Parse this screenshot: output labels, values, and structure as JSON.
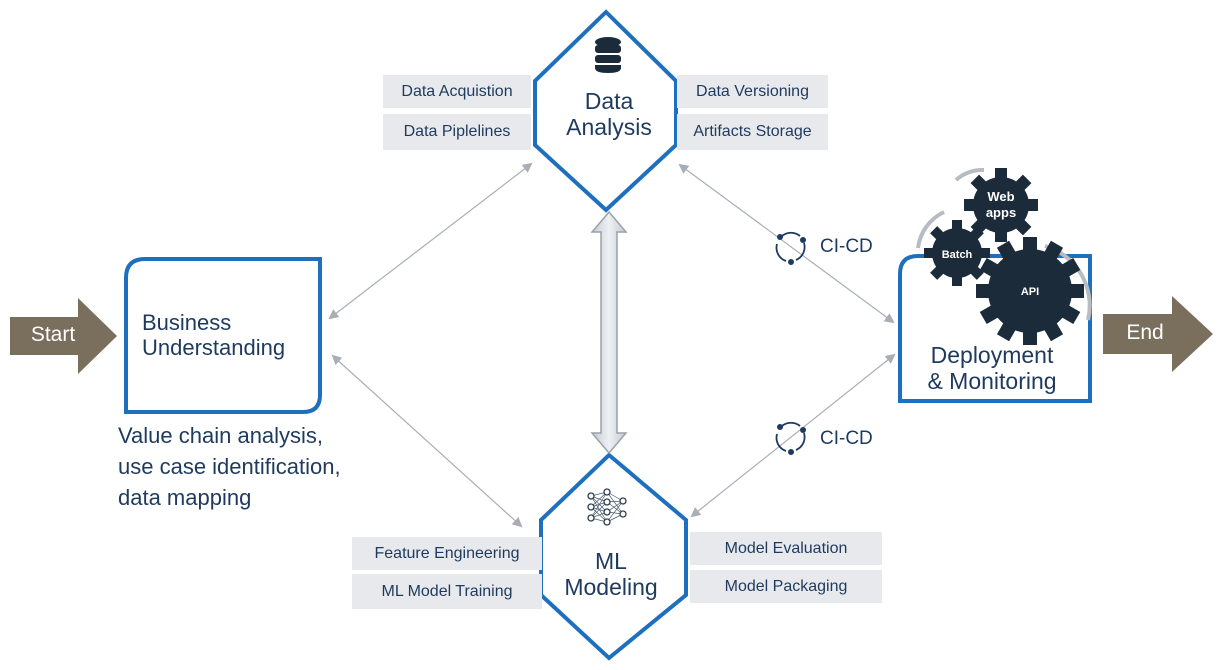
{
  "flow": {
    "start_label": "Start",
    "end_label": "End"
  },
  "business": {
    "title_line1": "Business",
    "title_line2": "Understanding",
    "notes": [
      "Value chain analysis,",
      "use case identification,",
      "data mapping"
    ]
  },
  "data_analysis": {
    "title_line1": "Data",
    "title_line2": "Analysis",
    "icon": "database-icon",
    "left_chips": [
      "Data Acquistion",
      "Data Piplelines"
    ],
    "right_chips": [
      "Data Versioning",
      "Artifacts Storage"
    ]
  },
  "ml_modeling": {
    "title_line1": "ML",
    "title_line2": "Modeling",
    "icon": "neural-network-icon",
    "left_chips": [
      "Feature Engineering",
      "ML Model Training"
    ],
    "right_chips": [
      "Model Evaluation",
      "Model Packaging"
    ]
  },
  "deployment": {
    "title_line1": "Deployment",
    "title_line2": "& Monitoring",
    "gears": {
      "web": [
        "Web",
        "apps"
      ],
      "batch": "Batch",
      "api": "API"
    }
  },
  "cicd": {
    "top_label": "CI-CD",
    "bottom_label": "CI-CD",
    "icon": "cycle-icon"
  },
  "colors": {
    "primary_blue": "#1f6fbf",
    "navy_text": "#1e3a5f",
    "chip_gray": "#e7e9ec",
    "arrow_brown": "#7a6f5d",
    "gear_dark": "#1c2b3a",
    "connector_gray": "#a9aeb5"
  }
}
